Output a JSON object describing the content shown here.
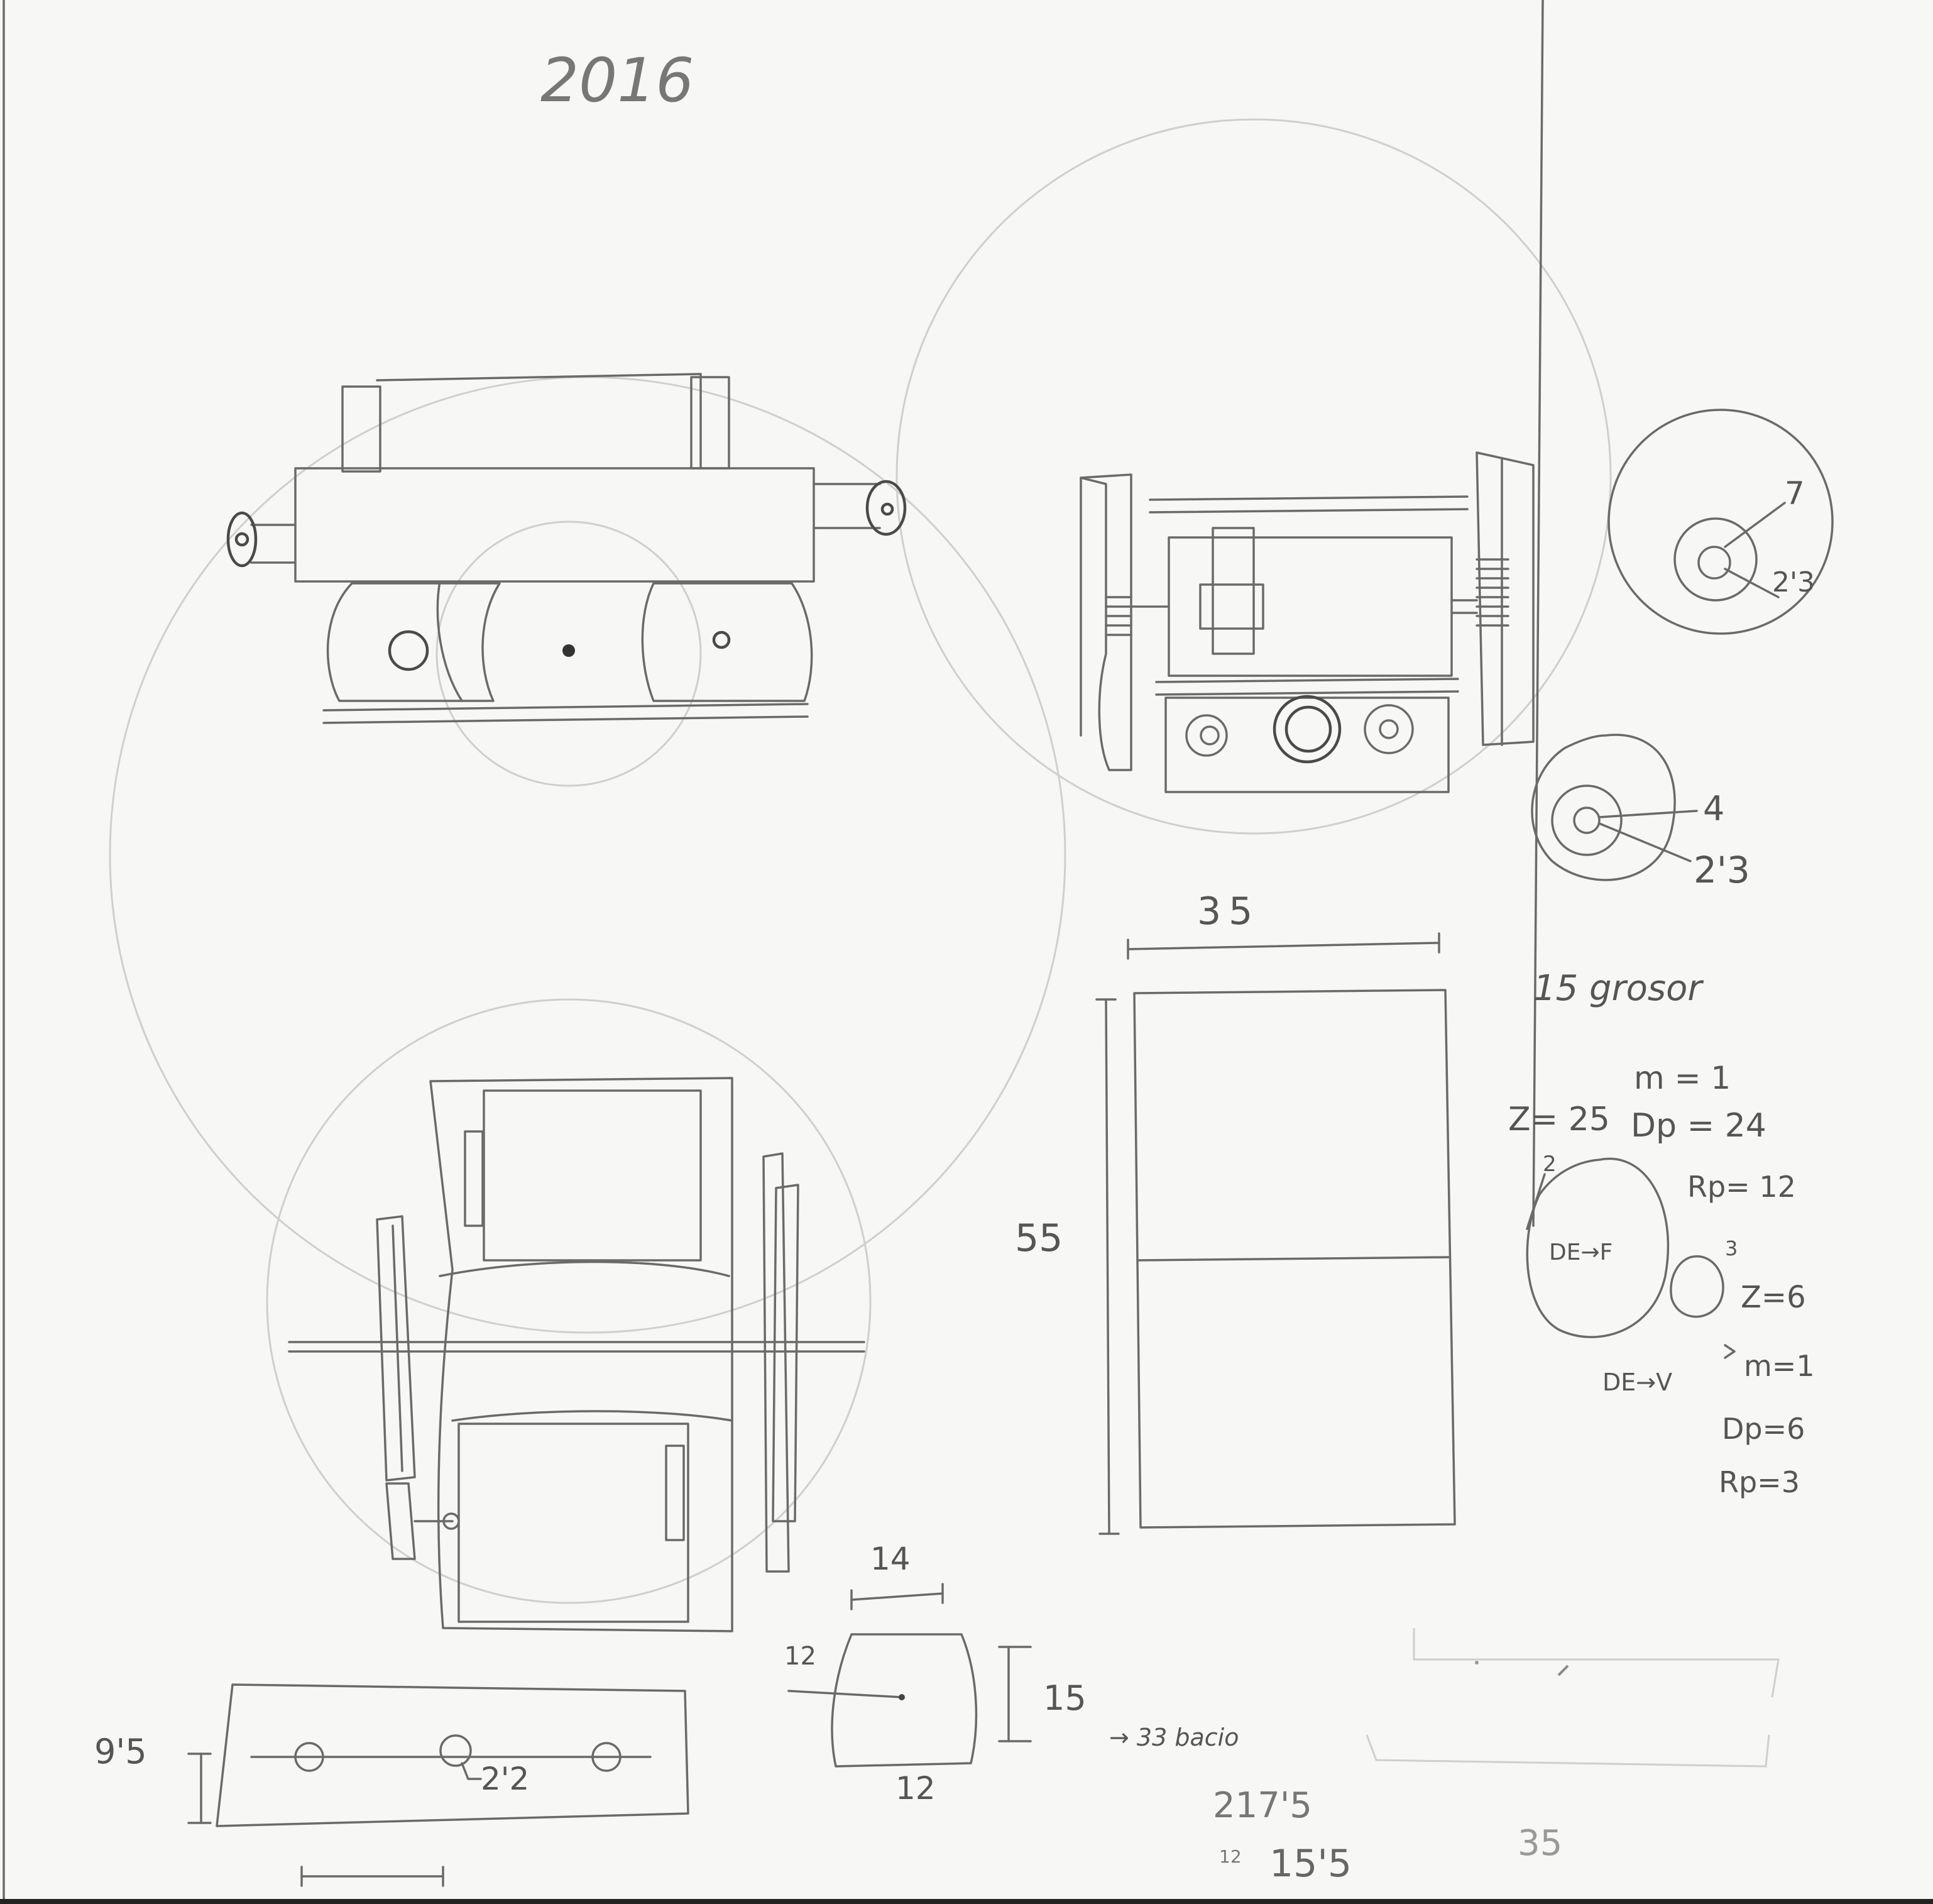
{
  "year": "2016",
  "gear_large_labels": {
    "outer": "7",
    "inner": "2'3"
  },
  "gear_small_labels": {
    "outer": "4",
    "inner": "2'3"
  },
  "plate": {
    "width": "35",
    "height": "55"
  },
  "thickness_note": "15 grosor",
  "gear_calc": {
    "m1": "m = 1",
    "z1": "Z= 25",
    "dp1": "Dp = 24",
    "rp1": "Rp= 12",
    "mark1": "2",
    "mark2": "3",
    "inner1": "DE→F",
    "z2": "Z=6",
    "de2": "DE→V",
    "m2": "m=1",
    "dp2": "Dp=6",
    "rp2": "Rp=3"
  },
  "bar": {
    "height": "9'5",
    "hole": "2'2"
  },
  "block": {
    "top": "14",
    "left": "12",
    "right": "15",
    "bottom": "12"
  },
  "notes": {
    "wheel": "→ 33 bacio",
    "a": "217'5",
    "b": "12",
    "c": "15'5",
    "d": "35"
  }
}
